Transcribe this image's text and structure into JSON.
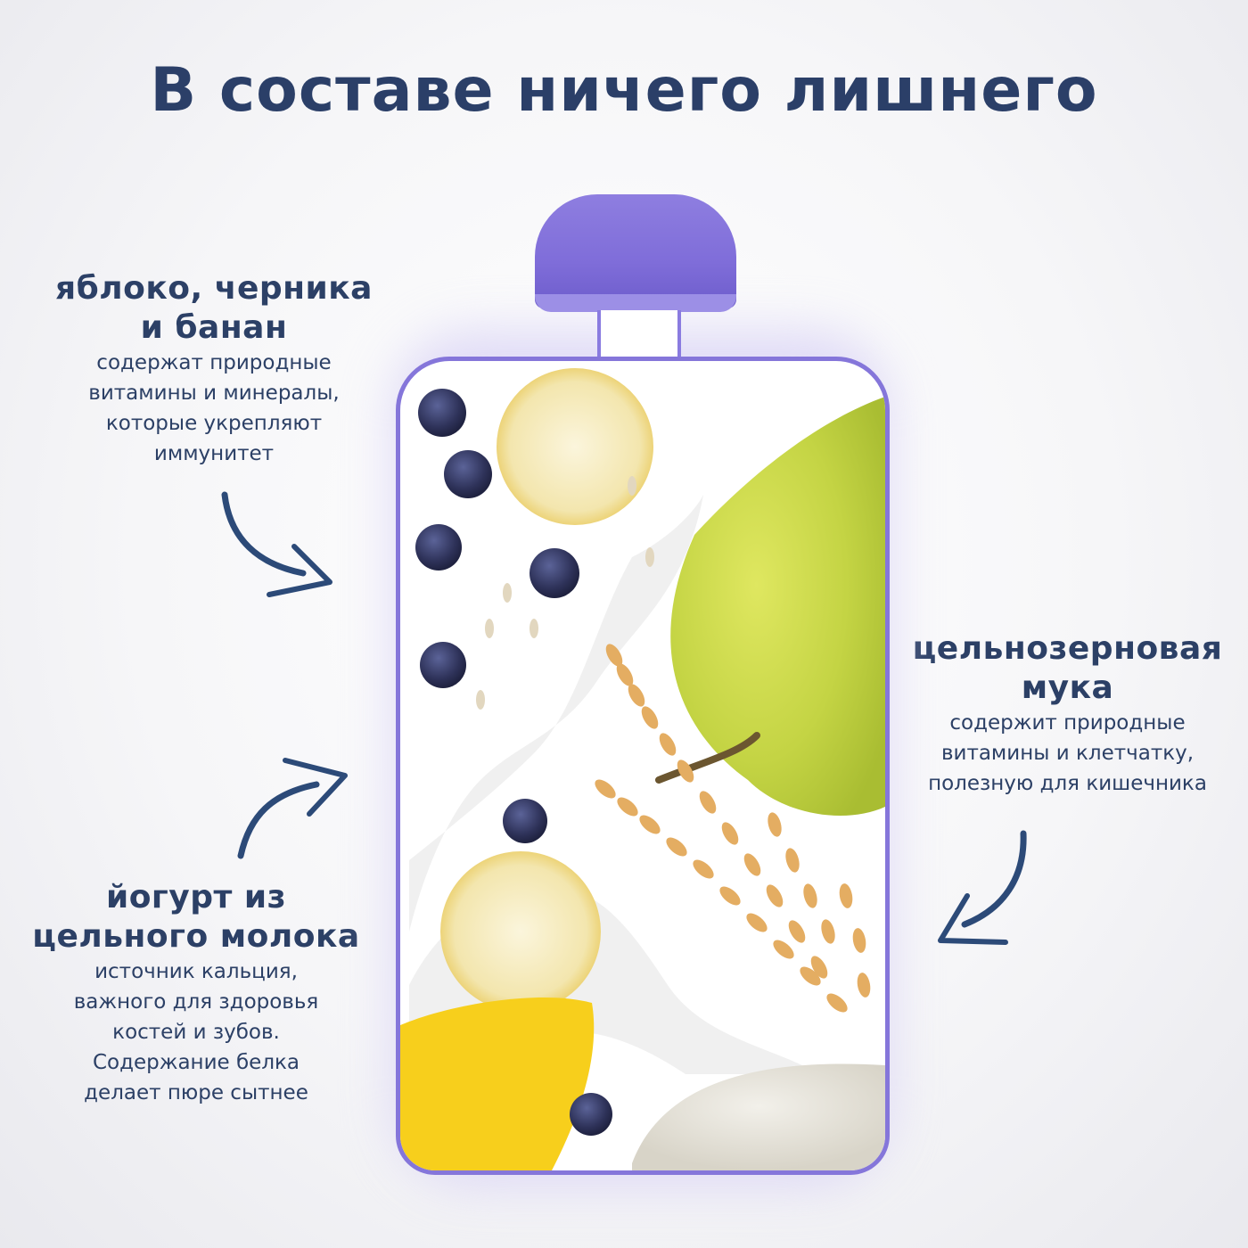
{
  "title": "В составе ничего лишнего",
  "colors": {
    "text": "#2c4066",
    "cap": "#7f6dd9",
    "pouch_outline": "#8576da",
    "apple": "#c9d84a",
    "banana": "#f7cf1c",
    "blueberry": "#3b3f6a",
    "grain": "#e4ad62"
  },
  "callouts": [
    {
      "heading": [
        "яблоко, черника",
        "и банан"
      ],
      "description": [
        "содержат природные",
        "витамины и минералы,",
        "которые укрепляют",
        "иммунитет"
      ],
      "arrow": "curved-arrow-down-right-icon"
    },
    {
      "heading": [
        "цельнозерновая",
        "мука"
      ],
      "description": [
        "содержит природные",
        "витамины и клетчатку,",
        "полезную для кишечника"
      ],
      "arrow": "curved-arrow-down-left-icon"
    },
    {
      "heading": [
        "йогурт из",
        "цельного молока"
      ],
      "description": [
        "источник кальция,",
        "важного для здоровья",
        "костей и зубов.",
        "Содержание белка",
        "делает пюре сытнее"
      ],
      "arrow": "curved-arrow-up-right-icon"
    }
  ],
  "product": {
    "type": "baby puree pouch",
    "ingredients_shown": [
      "apple",
      "blueberry",
      "banana",
      "whole grain",
      "flour",
      "yogurt splash"
    ]
  }
}
